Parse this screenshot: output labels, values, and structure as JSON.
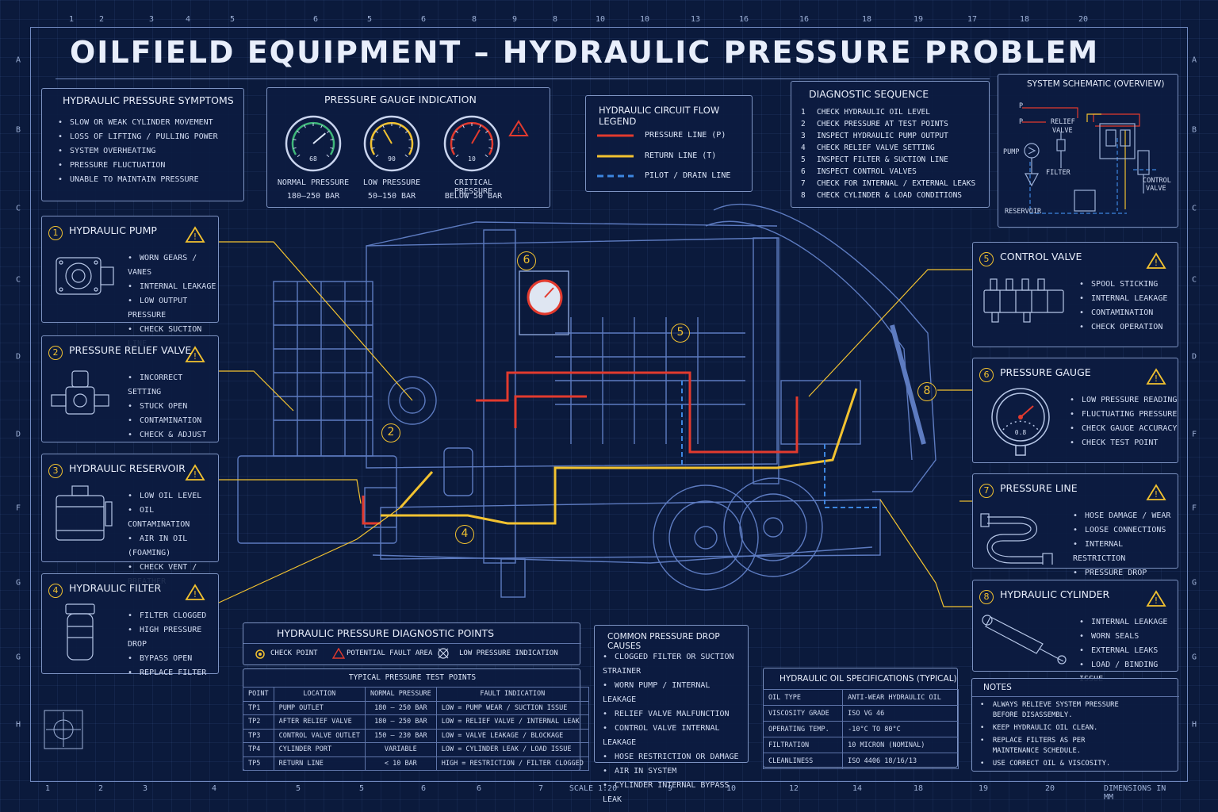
{
  "title": "OILFIELD EQUIPMENT – HYDRAULIC PRESSURE PROBLEM",
  "ruler": {
    "top": [
      "1",
      "2",
      "3",
      "4",
      "5",
      "6",
      "5",
      "6",
      "8",
      "9",
      "8",
      "10",
      "10",
      "13",
      "16",
      "16",
      "18",
      "19",
      "17",
      "18",
      "20"
    ],
    "bottom": [
      "1",
      "2",
      "3",
      "4",
      "5",
      "5",
      "6",
      "6",
      "7",
      "SCALE 1:20",
      "9",
      "10",
      "12",
      "14",
      "18",
      "19",
      "20",
      "DIMENSIONS IN MM"
    ],
    "left": [
      "A",
      "B",
      "C",
      "C",
      "D",
      "D",
      "F",
      "G",
      "G",
      "H"
    ],
    "right": [
      "A",
      "B",
      "C",
      "C",
      "D",
      "F",
      "F",
      "G",
      "G",
      "H"
    ]
  },
  "symptoms": {
    "title": "HYDRAULIC PRESSURE SYMPTOMS",
    "items": [
      "SLOW OR WEAK CYLINDER MOVEMENT",
      "LOSS OF LIFTING / PULLING POWER",
      "SYSTEM OVERHEATING",
      "PRESSURE FLUCTUATION",
      "UNABLE TO MAINTAIN PRESSURE"
    ]
  },
  "gauges": {
    "title": "PRESSURE GAUGE INDICATION",
    "items": [
      {
        "label": "NORMAL PRESSURE",
        "range": "180–250 BAR",
        "readout": "68",
        "color": "#3fb87a"
      },
      {
        "label": "LOW PRESSURE",
        "range": "50–150 BAR",
        "readout": "90",
        "color": "#f2c230"
      },
      {
        "label": "CRITICAL PRESSURE",
        "range": "BELOW 50 BAR",
        "readout": "10",
        "color": "#e23a2e"
      }
    ]
  },
  "legend": {
    "title": "HYDRAULIC CIRCUIT FLOW LEGEND",
    "items": [
      {
        "label": "PRESSURE LINE (P)",
        "color": "#e23a2e"
      },
      {
        "label": "RETURN LINE (T)",
        "color": "#f2c230"
      },
      {
        "label": "PILOT / DRAIN LINE",
        "color": "#3d86e0"
      }
    ]
  },
  "sequence": {
    "title": "DIAGNOSTIC SEQUENCE",
    "items": [
      {
        "n": "1",
        "t": "CHECK HYDRAULIC OIL LEVEL"
      },
      {
        "n": "2",
        "t": "CHECK PRESSURE AT TEST POINTS"
      },
      {
        "n": "3",
        "t": "INSPECT HYDRAULIC PUMP OUTPUT"
      },
      {
        "n": "4",
        "t": "CHECK RELIEF VALVE SETTING"
      },
      {
        "n": "5",
        "t": "INSPECT FILTER & SUCTION LINE"
      },
      {
        "n": "6",
        "t": "INSPECT CONTROL VALVES"
      },
      {
        "n": "7",
        "t": "CHECK FOR INTERNAL / EXTERNAL LEAKS"
      },
      {
        "n": "8",
        "t": "CHECK CYLINDER & LOAD CONDITIONS"
      }
    ]
  },
  "schematic": {
    "title": "SYSTEM SCHEMATIC (OVERVIEW)",
    "labels": {
      "p1": "P",
      "p2": "P",
      "relief": "RELIEF",
      "valve": "VALVE",
      "pump": "PUMP",
      "filter": "FILTER",
      "reservoir": "RESERVOIR",
      "control": "CONTROL",
      "control2": "VALVE"
    }
  },
  "left_components": [
    {
      "n": "1",
      "title": "HYDRAULIC PUMP",
      "items": [
        "WORN GEARS / VANES",
        "INTERNAL LEAKAGE",
        "LOW OUTPUT PRESSURE",
        "CHECK SUCTION LINE"
      ]
    },
    {
      "n": "2",
      "title": "PRESSURE RELIEF VALVE",
      "items": [
        "INCORRECT SETTING",
        "STUCK OPEN",
        "CONTAMINATION",
        "CHECK & ADJUST"
      ]
    },
    {
      "n": "3",
      "title": "HYDRAULIC RESERVOIR",
      "items": [
        "LOW OIL LEVEL",
        "OIL CONTAMINATION",
        "AIR IN OIL (FOAMING)",
        "CHECK VENT / BREATHER"
      ]
    },
    {
      "n": "4",
      "title": "HYDRAULIC FILTER",
      "items": [
        "FILTER CLOGGED",
        "HIGH PRESSURE DROP",
        "BYPASS OPEN",
        "REPLACE FILTER"
      ]
    }
  ],
  "right_components": [
    {
      "n": "5",
      "title": "CONTROL VALVE",
      "items": [
        "SPOOL STICKING",
        "INTERNAL LEAKAGE",
        "CONTAMINATION",
        "CHECK OPERATION"
      ]
    },
    {
      "n": "6",
      "title": "PRESSURE GAUGE",
      "items": [
        "LOW PRESSURE READING",
        "FLUCTUATING PRESSURE",
        "CHECK GAUGE ACCURACY",
        "CHECK TEST POINT"
      ],
      "readout": "0.8"
    },
    {
      "n": "7",
      "title": "PRESSURE LINE",
      "items": [
        "HOSE DAMAGE / WEAR",
        "LOOSE CONNECTIONS",
        "INTERNAL RESTRICTION",
        "PRESSURE DROP"
      ]
    },
    {
      "n": "8",
      "title": "HYDRAULIC CYLINDER",
      "items": [
        "INTERNAL LEAKAGE",
        "WORN SEALS",
        "EXTERNAL LEAKS",
        "LOAD / BINDING ISSUE"
      ]
    }
  ],
  "diag_points": {
    "title": "HYDRAULIC PRESSURE DIAGNOSTIC POINTS",
    "check": "CHECK POINT",
    "fault": "POTENTIAL FAULT AREA",
    "low": "LOW PRESSURE INDICATION"
  },
  "test_points": {
    "title": "TYPICAL PRESSURE TEST POINTS",
    "headers": [
      "POINT",
      "LOCATION",
      "NORMAL PRESSURE",
      "FAULT INDICATION"
    ],
    "rows": [
      [
        "TP1",
        "PUMP OUTLET",
        "180 – 250 BAR",
        "LOW = PUMP WEAR / SUCTION ISSUE"
      ],
      [
        "TP2",
        "AFTER RELIEF VALVE",
        "180 – 250 BAR",
        "LOW = RELIEF VALVE / INTERNAL LEAK"
      ],
      [
        "TP3",
        "CONTROL VALVE OUTLET",
        "150 – 230 BAR",
        "LOW = VALVE LEAKAGE / BLOCKAGE"
      ],
      [
        "TP4",
        "CYLINDER PORT",
        "VARIABLE",
        "LOW = CYLINDER LEAK / LOAD ISSUE"
      ],
      [
        "TP5",
        "RETURN LINE",
        "< 10 BAR",
        "HIGH = RESTRICTION / FILTER CLOGGED"
      ]
    ]
  },
  "causes": {
    "title": "COMMON PRESSURE DROP CAUSES",
    "items": [
      "CLOGGED FILTER OR SUCTION STRAINER",
      "WORN PUMP / INTERNAL LEAKAGE",
      "RELIEF VALVE MALFUNCTION",
      "CONTROL VALVE INTERNAL LEAKAGE",
      "HOSE RESTRICTION OR DAMAGE",
      "AIR IN SYSTEM",
      "CYLINDER INTERNAL BYPASS LEAK"
    ]
  },
  "oil_specs": {
    "title": "HYDRAULIC OIL SPECIFICATIONS (TYPICAL)",
    "rows": [
      [
        "OIL TYPE",
        "ANTI-WEAR HYDRAULIC OIL"
      ],
      [
        "VISCOSITY GRADE",
        "ISO VG 46"
      ],
      [
        "OPERATING TEMP.",
        "-10°C TO 80°C"
      ],
      [
        "FILTRATION",
        "10 MICRON (NOMINAL)"
      ],
      [
        "CLEANLINESS",
        "ISO 4406  18/16/13"
      ]
    ]
  },
  "notes": {
    "title": "NOTES",
    "items": [
      "ALWAYS RELIEVE SYSTEM PRESSURE\nBEFORE DISASSEMBLY.",
      "KEEP HYDRAULIC OIL CLEAN.",
      "REPLACE FILTERS AS PER\nMAINTENANCE SCHEDULE.",
      "USE CORRECT OIL & VISCOSITY."
    ]
  },
  "callouts": [
    "6",
    "5",
    "2",
    "4",
    "8"
  ],
  "colors": {
    "background": "#0b1a3c",
    "accent": "#f2c230",
    "pressure": "#e23a2e",
    "return": "#f2c230",
    "pilot": "#3d86e0",
    "line": "#7d93c2"
  }
}
